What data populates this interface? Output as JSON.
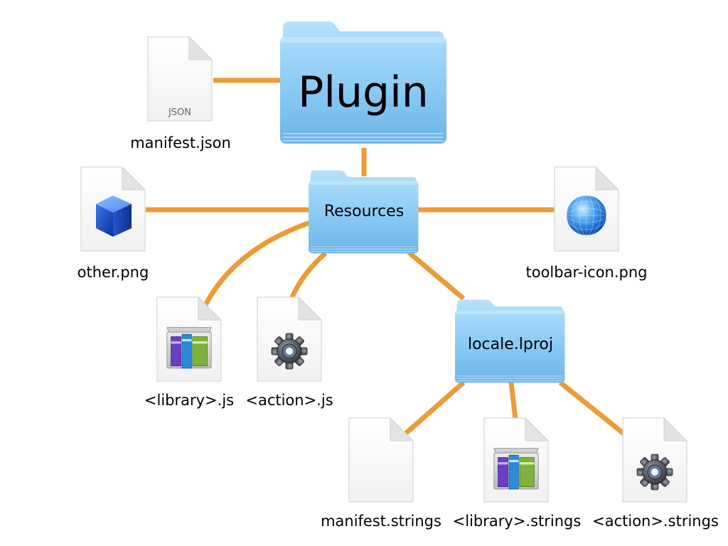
{
  "colors": {
    "connector": "#EE9A35",
    "folder_light": "#A9DBFA",
    "folder_mid": "#86C8F3",
    "folder_dark": "#6DB5E6",
    "page": "#F7F7F7",
    "page_edge": "#D8D8D8"
  },
  "folders": {
    "plugin": "Plugin",
    "resources": "Resources",
    "locale": "locale.lproj"
  },
  "files": {
    "manifest_json": {
      "name": "manifest.json",
      "badge": "JSON",
      "icon": "json-document-icon"
    },
    "other_png": {
      "name": "other.png",
      "icon": "blue-cube-icon"
    },
    "toolbar_icon_png": {
      "name": "toolbar-icon.png",
      "icon": "blue-globe-icon"
    },
    "library_js": {
      "name": "<library>.js",
      "icon": "library-books-icon"
    },
    "action_js": {
      "name": "<action>.js",
      "icon": "gear-icon"
    },
    "manifest_strings": {
      "name": "manifest.strings",
      "icon": "blank-document-icon"
    },
    "library_strings": {
      "name": "<library>.strings",
      "icon": "library-books-icon"
    },
    "action_strings": {
      "name": "<action>.strings",
      "icon": "gear-icon"
    }
  }
}
